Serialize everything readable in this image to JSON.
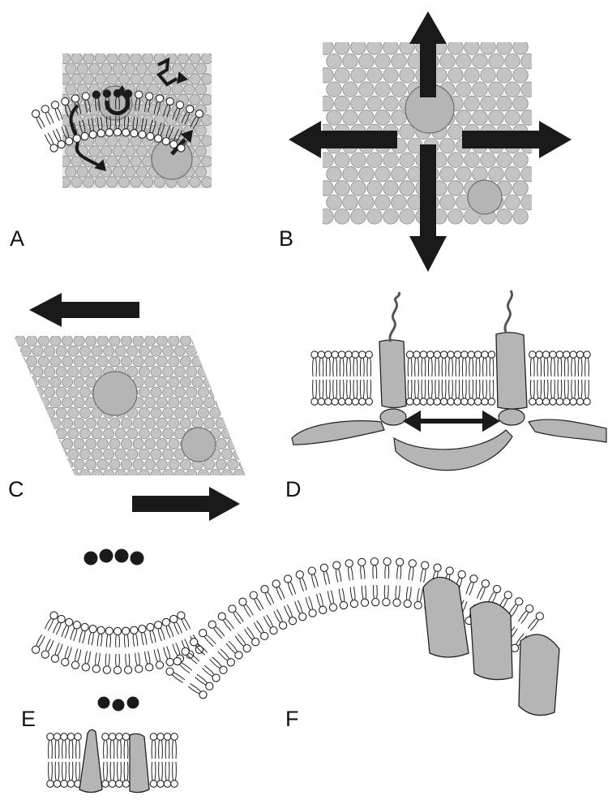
{
  "figure": {
    "panels": [
      {
        "id": "A",
        "label": "A"
      },
      {
        "id": "B",
        "label": "B"
      },
      {
        "id": "C",
        "label": "C"
      },
      {
        "id": "D",
        "label": "D"
      },
      {
        "id": "E",
        "label": "E"
      },
      {
        "id": "F",
        "label": "F"
      }
    ]
  },
  "colors": {
    "lipid_fill": "#c4c4c4",
    "lipid_stroke": "#8a8a8a",
    "protein_fill": "#b5b5b5",
    "arrow": "#1a1a1a",
    "head_white": "#ffffff",
    "head_black": "#1a1a1a",
    "outline": "#222222"
  },
  "icons": [
    "rotation-arrow-icon",
    "diffusion-arrow-icon",
    "expansion-arrow-icon",
    "shear-arrow-icon",
    "double-headed-arrow-icon"
  ]
}
